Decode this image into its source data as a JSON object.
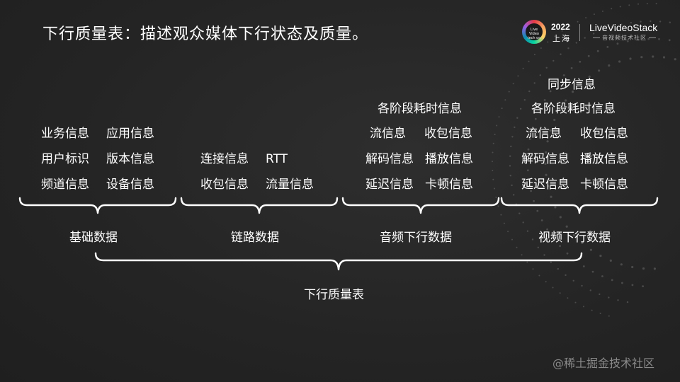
{
  "title": "下行质量表：描述观众媒体下行状态及质量。",
  "logo": {
    "badge_text": "Live Video tech on",
    "year": "2022",
    "city": "上海",
    "brand": "LiveVideoStack",
    "subtitle": "音视频技术社区"
  },
  "groups": {
    "base": {
      "label": "基础数据",
      "rows": [
        [
          "业务信息",
          "应用信息"
        ],
        [
          "用户标识",
          "版本信息"
        ],
        [
          "频道信息",
          "设备信息"
        ]
      ]
    },
    "link": {
      "label": "链路数据",
      "rows": [
        [
          "连接信息",
          "RTT"
        ],
        [
          "收包信息",
          "流量信息"
        ]
      ]
    },
    "audio": {
      "label": "音频下行数据",
      "header": "各阶段耗时信息",
      "rows": [
        [
          "流信息",
          "收包信息"
        ],
        [
          "解码信息",
          "播放信息"
        ],
        [
          "延迟信息",
          "卡顿信息"
        ]
      ]
    },
    "video": {
      "label": "视频下行数据",
      "header_top": "同步信息",
      "header": "各阶段耗时信息",
      "rows": [
        [
          "流信息",
          "收包信息"
        ],
        [
          "解码信息",
          "播放信息"
        ],
        [
          "延迟信息",
          "卡顿信息"
        ]
      ]
    }
  },
  "root_label": "下行质量表",
  "watermark": "@稀土掘金技术社区"
}
